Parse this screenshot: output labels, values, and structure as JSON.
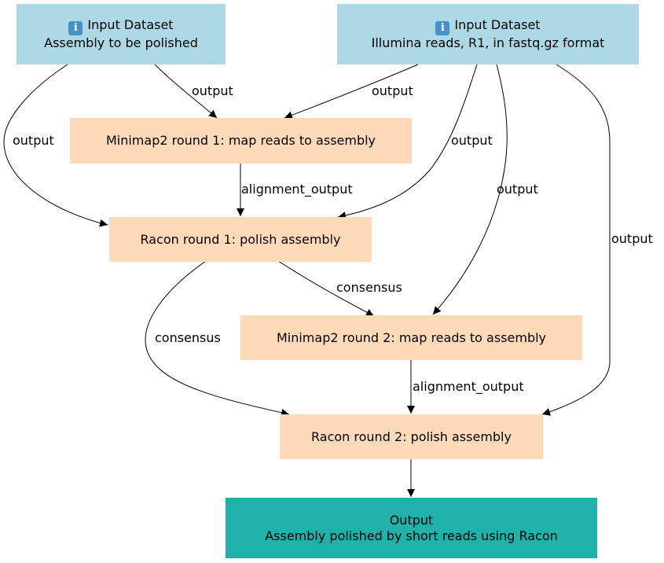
{
  "nodes": {
    "input1": {
      "title": "Input Dataset",
      "subtitle": "Assembly to be polished",
      "icon": "info-icon"
    },
    "input2": {
      "title": "Input Dataset",
      "subtitle": "Illumina reads, R1, in fastq.gz format",
      "icon": "info-icon"
    },
    "minimap1": {
      "label": "Minimap2 round 1: map reads to assembly"
    },
    "racon1": {
      "label": "Racon round 1: polish assembly"
    },
    "minimap2": {
      "label": "Minimap2 round 2: map reads to assembly"
    },
    "racon2": {
      "label": "Racon round 2: polish assembly"
    },
    "output": {
      "title": "Output",
      "subtitle": "Assembly polished by short reads using Racon"
    }
  },
  "edges": {
    "e1": "output",
    "e2": "output",
    "e3": "output",
    "e4": "output",
    "e5": "output",
    "e6": "output",
    "e7": "alignment_output",
    "e8": "consensus",
    "e9": "consensus",
    "e10": "alignment_output"
  },
  "colors": {
    "input": "#add8e6",
    "step": "#ffdab9",
    "output": "#20b2aa",
    "edge": "#000000"
  }
}
